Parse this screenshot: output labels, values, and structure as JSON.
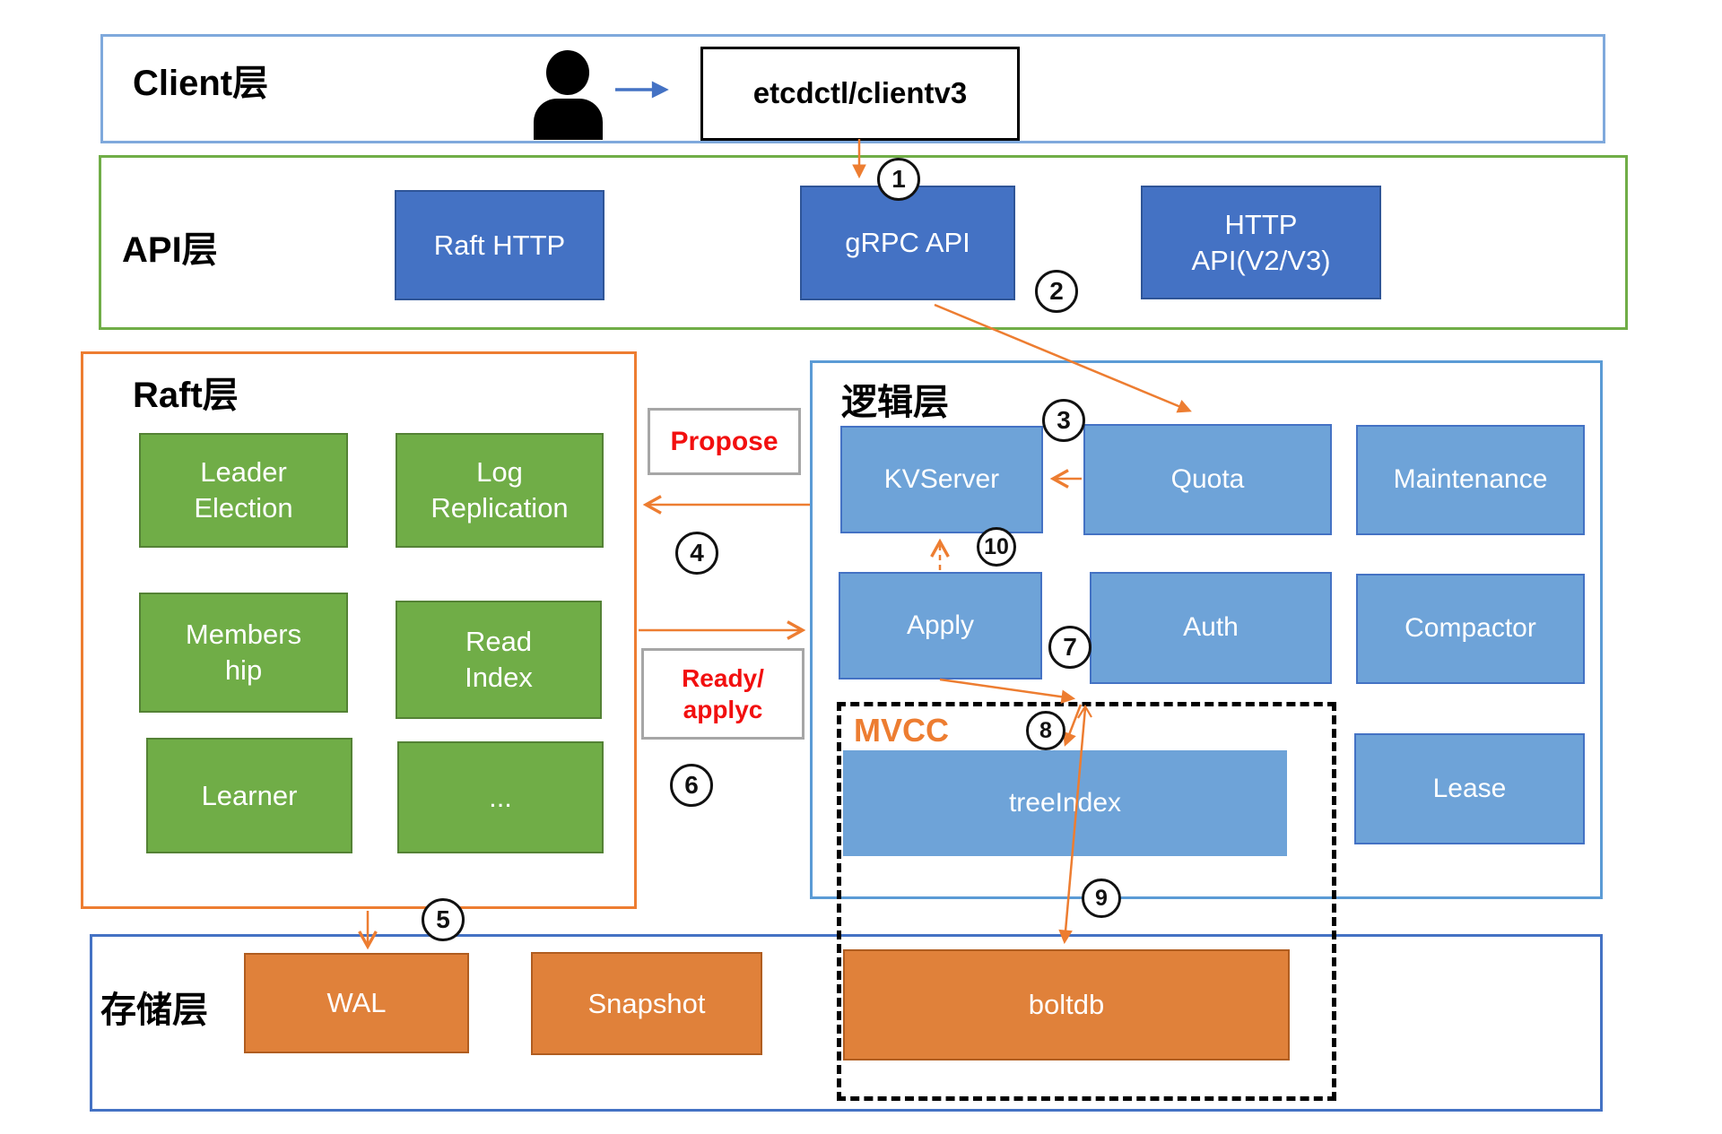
{
  "colors": {
    "accent_orange": "#ED7D31",
    "accent_green": "#70AD47",
    "api_blue": "#4472C4",
    "logic_blue": "#6EA3D8",
    "layer_border_blue": "#5B9BD5",
    "red_label": "#F20F0F"
  },
  "client": {
    "label": "Client层",
    "terminal": "etcdctl/clientv3"
  },
  "api": {
    "label": "API层",
    "raft_http": "Raft HTTP",
    "grpc_api": "gRPC API",
    "http_api": {
      "l1": "HTTP",
      "l2": "API(V2/V3)"
    }
  },
  "raft": {
    "label": "Raft层",
    "boxes": {
      "leader": {
        "l1": "Leader",
        "l2": "Election"
      },
      "log": {
        "l1": "Log",
        "l2": "Replication"
      },
      "membership": {
        "l1": "Members",
        "l2": "hip"
      },
      "read": {
        "l1": "Read",
        "l2": "Index"
      },
      "learner": "Learner",
      "ellipsis": "..."
    }
  },
  "logic": {
    "label": "逻辑层",
    "kvserver": "KVServer",
    "quota": "Quota",
    "maintenance": "Maintenance",
    "apply": "Apply",
    "auth": "Auth",
    "compactor": "Compactor",
    "mvcc_label": "MVCC",
    "tree_index": "treeIndex",
    "lease": "Lease"
  },
  "storage": {
    "label": "存储层",
    "wal": "WAL",
    "snapshot": "Snapshot",
    "boltdb": "boltdb"
  },
  "flow_labels": {
    "propose": "Propose",
    "ready": {
      "l1": "Ready/",
      "l2": "applyc"
    }
  },
  "steps": [
    "1",
    "2",
    "3",
    "4",
    "5",
    "6",
    "7",
    "8",
    "9",
    "10"
  ]
}
